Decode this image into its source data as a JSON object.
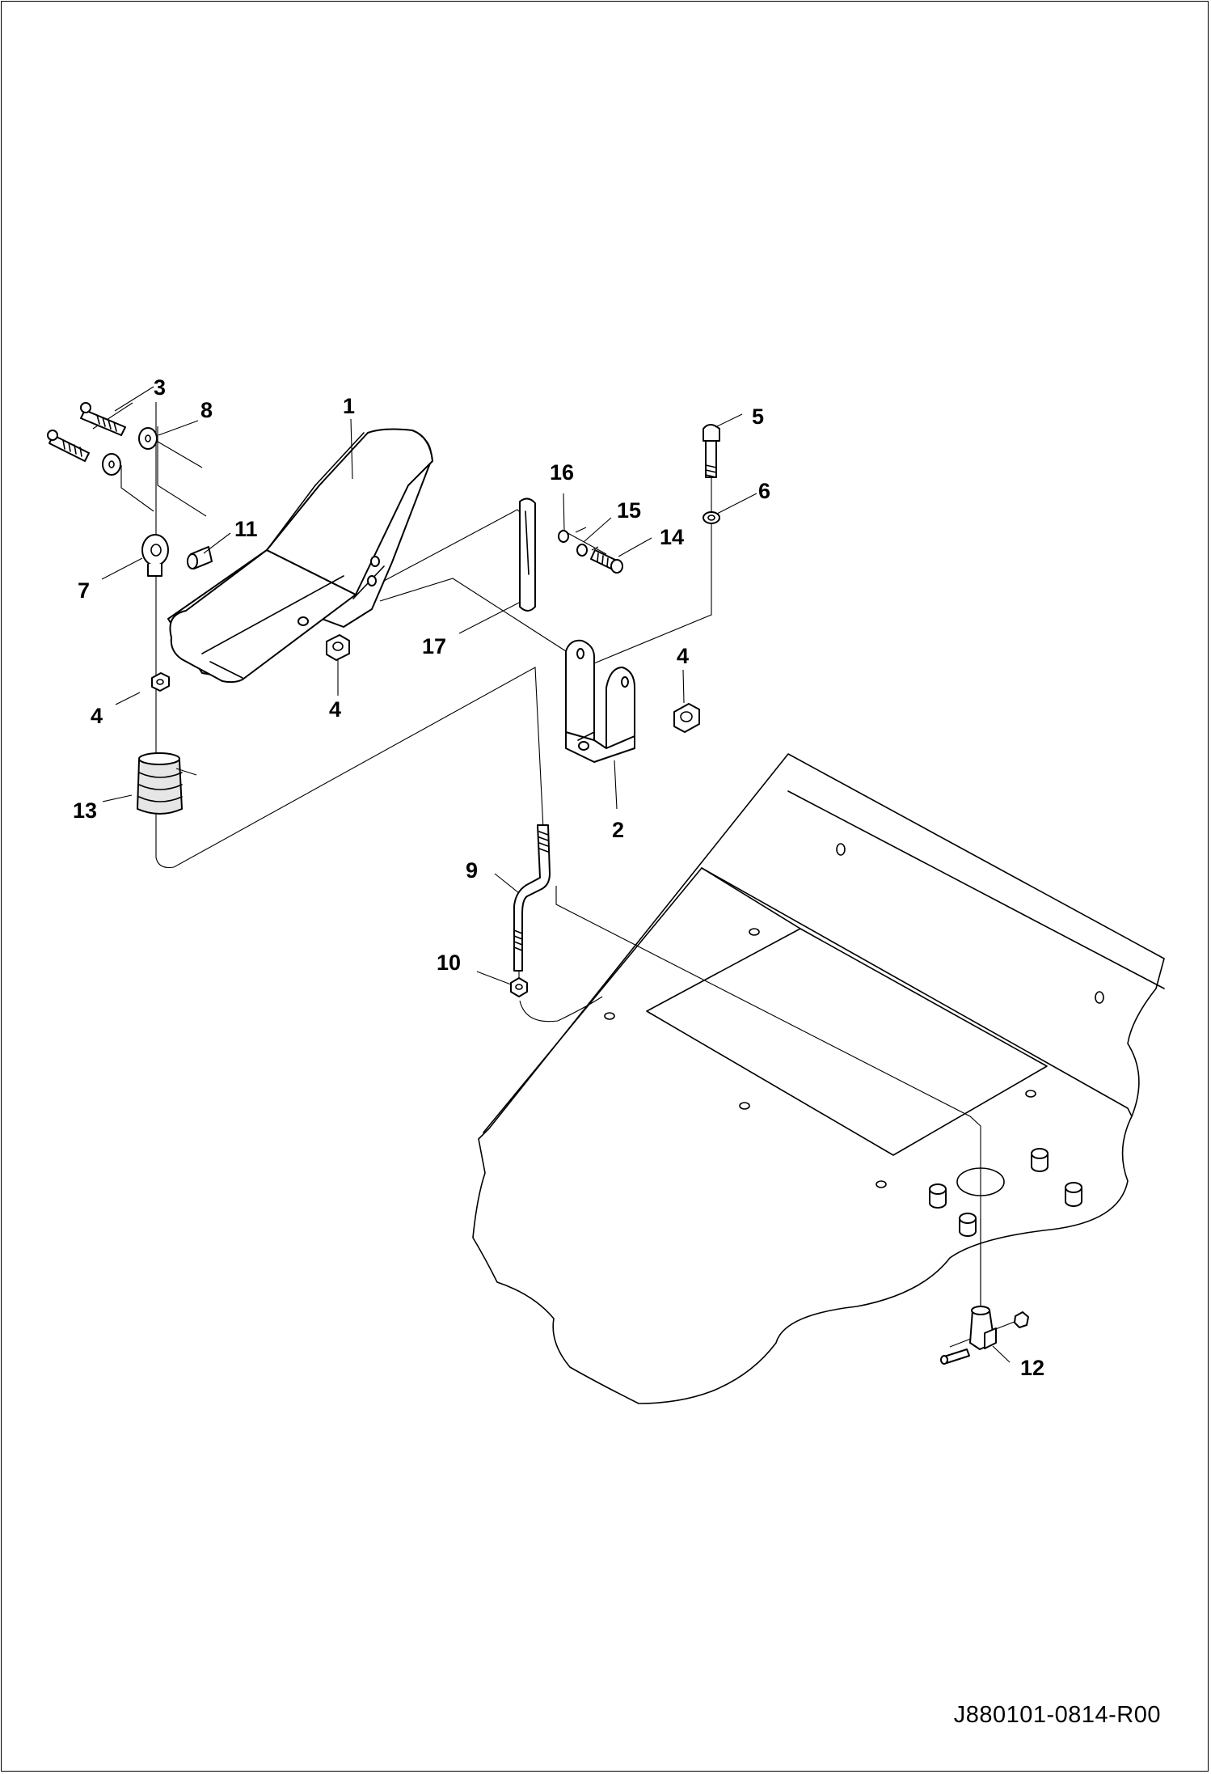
{
  "document_id": "J880101-0814-R00",
  "callouts": {
    "c1": "1",
    "c2": "2",
    "c3": "3",
    "c4a": "4",
    "c4b": "4",
    "c4c": "4",
    "c5": "5",
    "c6": "6",
    "c7": "7",
    "c8": "8",
    "c9": "9",
    "c10": "10",
    "c11": "11",
    "c12": "12",
    "c13": "13",
    "c14": "14",
    "c15": "15",
    "c16": "16",
    "c17": "17"
  }
}
